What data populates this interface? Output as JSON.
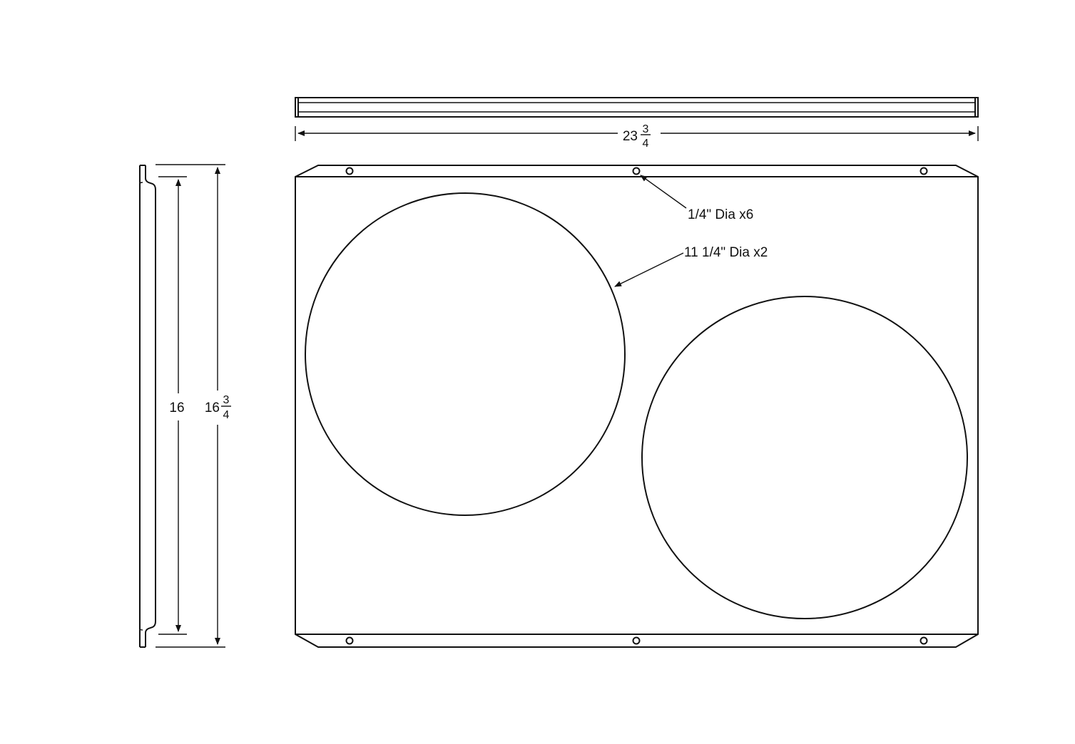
{
  "dimensions": {
    "width": {
      "whole": "23",
      "num": "3",
      "den": "4"
    },
    "inner_height": "16",
    "outer_height": {
      "whole": "16",
      "num": "3",
      "den": "4"
    }
  },
  "callouts": {
    "small_holes": "1/4\" Dia x6",
    "fan_holes": "11 1/4\" Dia x2"
  },
  "colors": {
    "line": "#111111",
    "background": "#ffffff"
  }
}
